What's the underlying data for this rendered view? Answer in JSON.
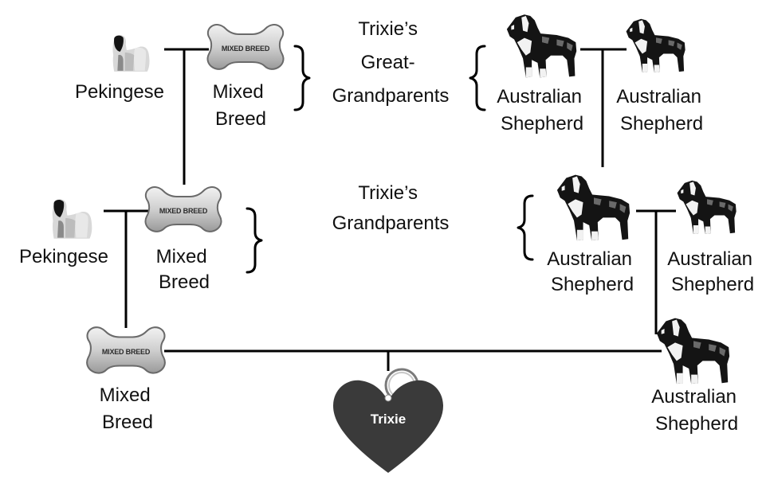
{
  "labels": {
    "great_grandparents": [
      "Trixie’s",
      "Great-",
      "Grandparents"
    ],
    "grandparents": [
      "Trixie’s",
      "Grandparents"
    ]
  },
  "tag_text": "MIXED BREED",
  "tag_name": "Trixie",
  "breeds": {
    "pekingese": "Pekingese",
    "mixed": [
      "Mixed",
      "Breed"
    ],
    "aussie": [
      "Australian",
      "Shepherd"
    ]
  },
  "icons": {
    "pekingese": "pekingese-dog-photo",
    "aussie": "australian-shepherd-dog-photo",
    "bone_tag": "bone-shaped-id-tag",
    "heart_tag": "heart-shaped-id-tag"
  },
  "colors": {
    "heart": "#3a3a3a",
    "tag_silver": "#d4d4d4",
    "dog_black": "#141414",
    "dog_white": "#f2f2f2",
    "dog_merle": "#6a6a6a",
    "line": "#000000"
  }
}
